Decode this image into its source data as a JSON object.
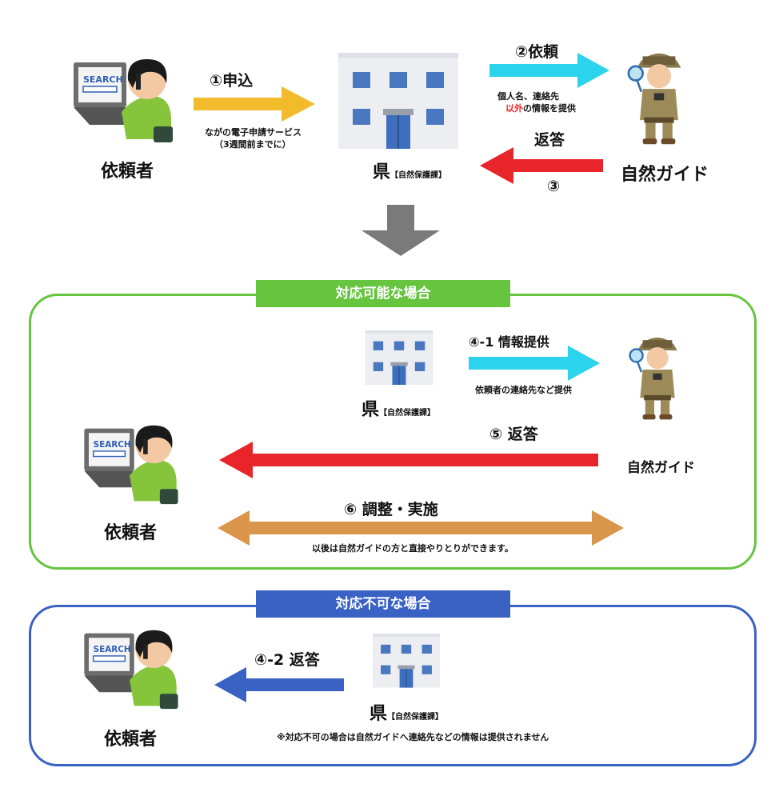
{
  "top": {
    "requester_label": "依頼者",
    "step1_label": "①申込",
    "step1_note_1": "ながの電子申請サービス",
    "step1_note_2": "（3週間前までに）",
    "pref_label": "県",
    "pref_dept": "【自然保護課】",
    "step2_label": "②依頼",
    "step2_note_1": "個人名、連絡先",
    "step2_note_2_red": "以外",
    "step2_note_2_rest": "の情報を提供",
    "reply_label": "返答",
    "step3_label": "③",
    "guide_label": "自然ガイド"
  },
  "possible": {
    "banner": "対応可能な場合",
    "pref_label": "県",
    "pref_dept": "【自然保護課】",
    "step41_label": "④-1 情報提供",
    "step41_note": "依頼者の連絡先など提供",
    "step5_label": "⑤ 返答",
    "guide_label": "自然ガイド",
    "requester_label": "依頼者",
    "step6_label": "⑥ 調整・実施",
    "step6_note": "以後は自然ガイドの方と直接やりとりができます。"
  },
  "impossible": {
    "banner": "対応不可な場合",
    "step42_label": "④-2 返答",
    "pref_label": "県",
    "pref_dept": "【自然保護課】",
    "requester_label": "依頼者",
    "note": "※対応不可の場合は自然ガイドへ連絡先などの情報は提供されません"
  },
  "colors": {
    "arrow_yellow": "#f1bb2b",
    "arrow_cyan": "#2bd3ec",
    "arrow_red": "#e8252a",
    "arrow_gray": "#7a7a7a",
    "arrow_orange": "#d9964a",
    "arrow_blue": "#3a62c4",
    "panel_green": "#66c43e",
    "panel_blue": "#3a62c4"
  },
  "icons": {
    "requester": "person-laptop-search-icon",
    "prefecture": "building-icon",
    "guide": "nature-guide-icon"
  }
}
